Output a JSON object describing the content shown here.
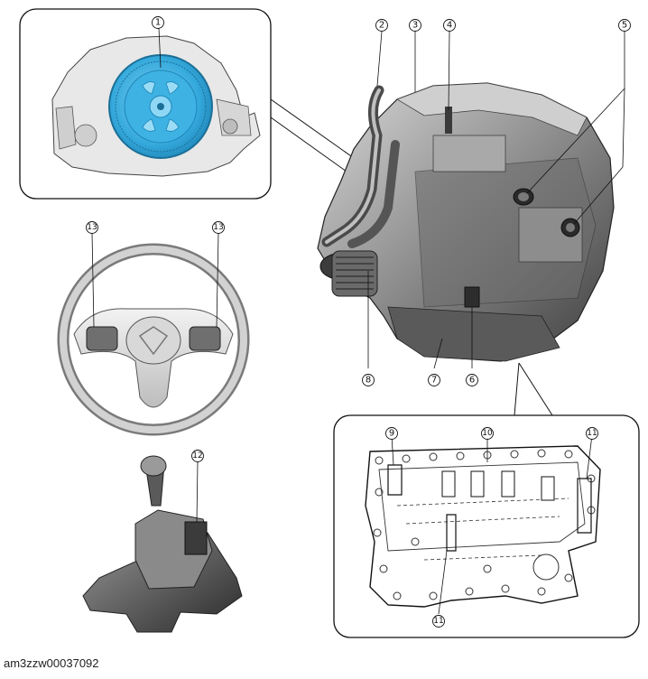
{
  "callouts": {
    "c1": "1",
    "c2": "2",
    "c3": "3",
    "c4": "4",
    "c5": "5",
    "c6": "6",
    "c7": "7",
    "c8": "8",
    "c9": "9",
    "c10": "10",
    "c11a": "11",
    "c11b": "11",
    "c12": "12",
    "c13a": "13",
    "c13b": "13"
  },
  "caption": "am3zzw00037092",
  "colors": {
    "flywheel": "#35a9dc",
    "flywheel_dark": "#1f86b8",
    "metal": "#8a8a8a",
    "line": "#111111"
  }
}
